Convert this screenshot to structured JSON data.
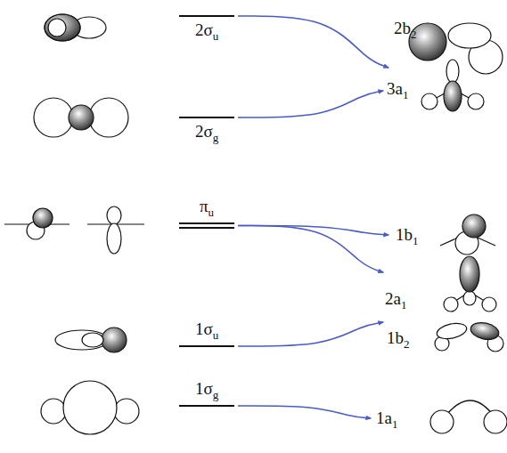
{
  "diagram": {
    "nodes": [
      {
        "text": [
          "2σu"
        ]
      },
      {
        "text": [
          "2σg"
        ]
      },
      {
        "text": [
          "πu"
        ]
      },
      {
        "text": [
          "1σu"
        ]
      },
      {
        "text": [
          "1σg"
        ]
      },
      {
        "text": [
          "2b2"
        ]
      },
      {
        "text": [
          "3a1"
        ]
      },
      {
        "text": [
          "1b1"
        ]
      },
      {
        "text": [
          "2a1"
        ]
      },
      {
        "text": [
          "1b2"
        ]
      },
      {
        "text": [
          "1a1"
        ]
      }
    ],
    "edges": [
      {
        "from": 0,
        "to": 5,
        "arrow": "to"
      },
      {
        "from": 1,
        "to": 6,
        "arrow": "to"
      },
      {
        "from": 2,
        "to": 7,
        "arrow": "to"
      },
      {
        "from": 2,
        "to": 8,
        "arrow": "to"
      },
      {
        "from": 3,
        "to": 9,
        "arrow": "to"
      },
      {
        "from": 4,
        "to": 10,
        "arrow": "to"
      }
    ]
  }
}
